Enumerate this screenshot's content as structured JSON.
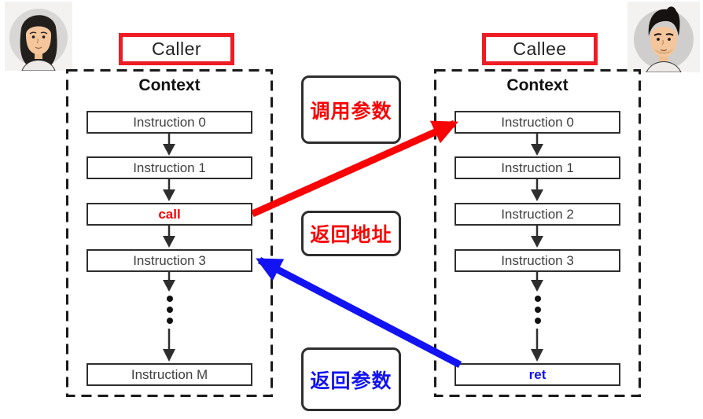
{
  "colors": {
    "red": "#f70505",
    "blue": "#1212f2",
    "label_border_red": "#ee1c25",
    "box_border": "#2e2e2e",
    "dash_border": "#1a1a1a"
  },
  "caller": {
    "label": "Caller",
    "context_title": "Context",
    "instructions": [
      "Instruction 0",
      "Instruction 1",
      "call",
      "Instruction 3",
      "Instruction M"
    ],
    "avatar_icon": "person-long-dark-hair"
  },
  "callee": {
    "label": "Callee",
    "context_title": "Context",
    "instructions": [
      "Instruction 0",
      "Instruction 1",
      "Instruction 2",
      "Instruction 3",
      "ret"
    ],
    "avatar_icon": "person-short-dark-hair"
  },
  "flow_labels": [
    {
      "text": "调用参数",
      "color": "#f70505"
    },
    {
      "text": "返回地址",
      "color": "#f70505"
    },
    {
      "text": "返回参数",
      "color": "#1212f2"
    }
  ],
  "arrows": [
    {
      "name": "call-arrow",
      "from": "caller.call",
      "to": "callee.instruction-0",
      "color": "#f70505"
    },
    {
      "name": "return-arrow",
      "from": "callee.ret",
      "to": "caller.instruction-3",
      "color": "#1212f2"
    }
  ]
}
